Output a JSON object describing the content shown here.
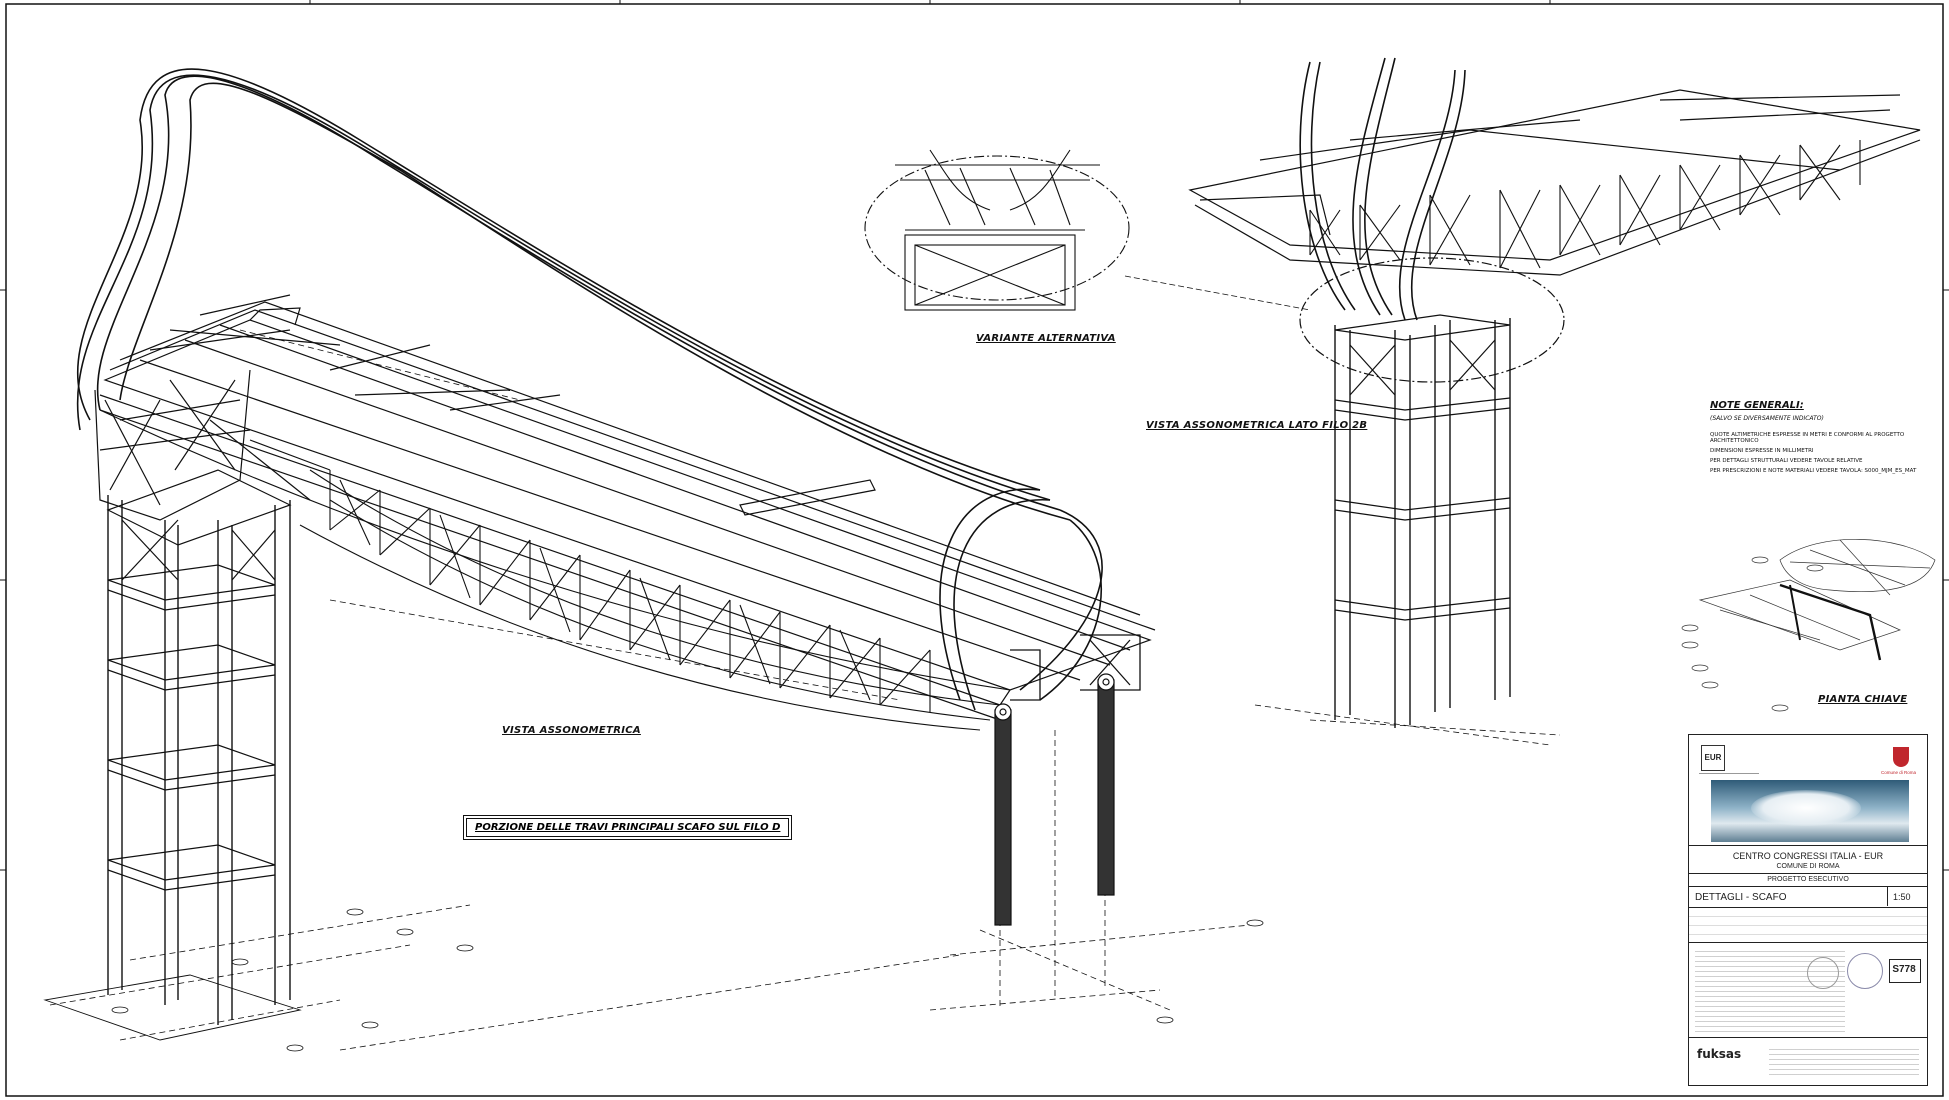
{
  "labels": {
    "variante": "VARIANTE ALTERNATIVA",
    "vista_lato": "VISTA ASSONOMETRICA LATO FILO 2B",
    "vista": "VISTA ASSONOMETRICA",
    "porzione": "PORZIONE DELLE TRAVI PRINCIPALI SCAFO SUL FILO D",
    "pianta": "PIANTA CHIAVE"
  },
  "notes": {
    "title": "NOTE GENERALI:",
    "subtitle": "(SALVO SE DIVERSAMENTE INDICATO)",
    "lines": [
      "QUOTE ALTIMETRICHE ESPRESSE IN METRI E CONFORMI AL PROGETTO ARCHITETTONICO",
      "DIMENSIONI ESPRESSE IN MILLIMETRI",
      "PER DETTAGLI STRUTTURALI VEDERE TAVOLE RELATIVE",
      "PER PRESCRIZIONI E NOTE MATERIALI VEDERE TAVOLA: S000_MJM_ES_MAT"
    ]
  },
  "title_block": {
    "client_logo": "EUR",
    "comune_logo": "Comune di Roma",
    "project_title": "CENTRO CONGRESSI ITALIA - EUR",
    "comune": "COMUNE DI ROMA",
    "phase": "PROGETTO ESECUTIVO",
    "subject": "DETTAGLI - SCAFO",
    "scale": "1:50",
    "sheet_number": "S778",
    "firm": "fuksas"
  },
  "colors": {
    "ink": "#111111",
    "paper": "#ffffff",
    "comune_red": "#c0262d"
  }
}
